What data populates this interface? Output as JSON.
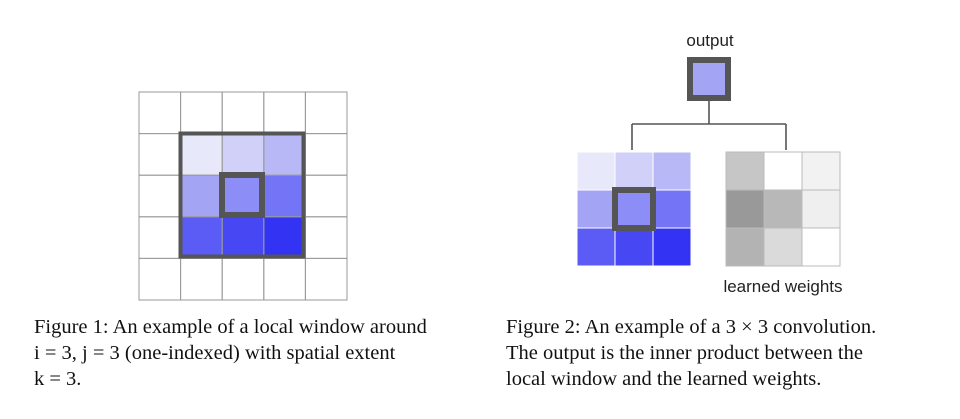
{
  "figure1": {
    "caption_lines": [
      "Figure 1: An example of a local window around",
      "i = 3, j = 3 (one-indexed) with spatial extent",
      "k = 3."
    ],
    "window_colors": [
      [
        "#e8e8fb",
        "#d0d0f8",
        "#b8b8f6"
      ],
      [
        "#a4a4f5",
        "#8d8df7",
        "#7474f6"
      ],
      [
        "#5b5bf5",
        "#4747f4",
        "#3333f3"
      ]
    ]
  },
  "figure2": {
    "output_label": "output",
    "weights_label": "learned weights",
    "caption_lines": [
      "Figure 2: An example of a 3 × 3 convolution.",
      "The output is the inner product between the",
      "local window and the learned weights."
    ],
    "output_color": "#a4a4f5",
    "window_colors": [
      [
        "#e8e8fb",
        "#d0d0f8",
        "#b8b8f6"
      ],
      [
        "#a4a4f5",
        "#8d8df7",
        "#7474f6"
      ],
      [
        "#5b5bf5",
        "#4747f4",
        "#3333f3"
      ]
    ],
    "weight_colors": [
      [
        "#c6c6c6",
        "#ffffff",
        "#f2f2f2"
      ],
      [
        "#999999",
        "#b8b8b8",
        "#efefef"
      ],
      [
        "#b3b3b3",
        "#dadada",
        "#ffffff"
      ]
    ]
  },
  "colors": {
    "grid_line": "#9a9a9a",
    "highlight_border": "#555555"
  }
}
